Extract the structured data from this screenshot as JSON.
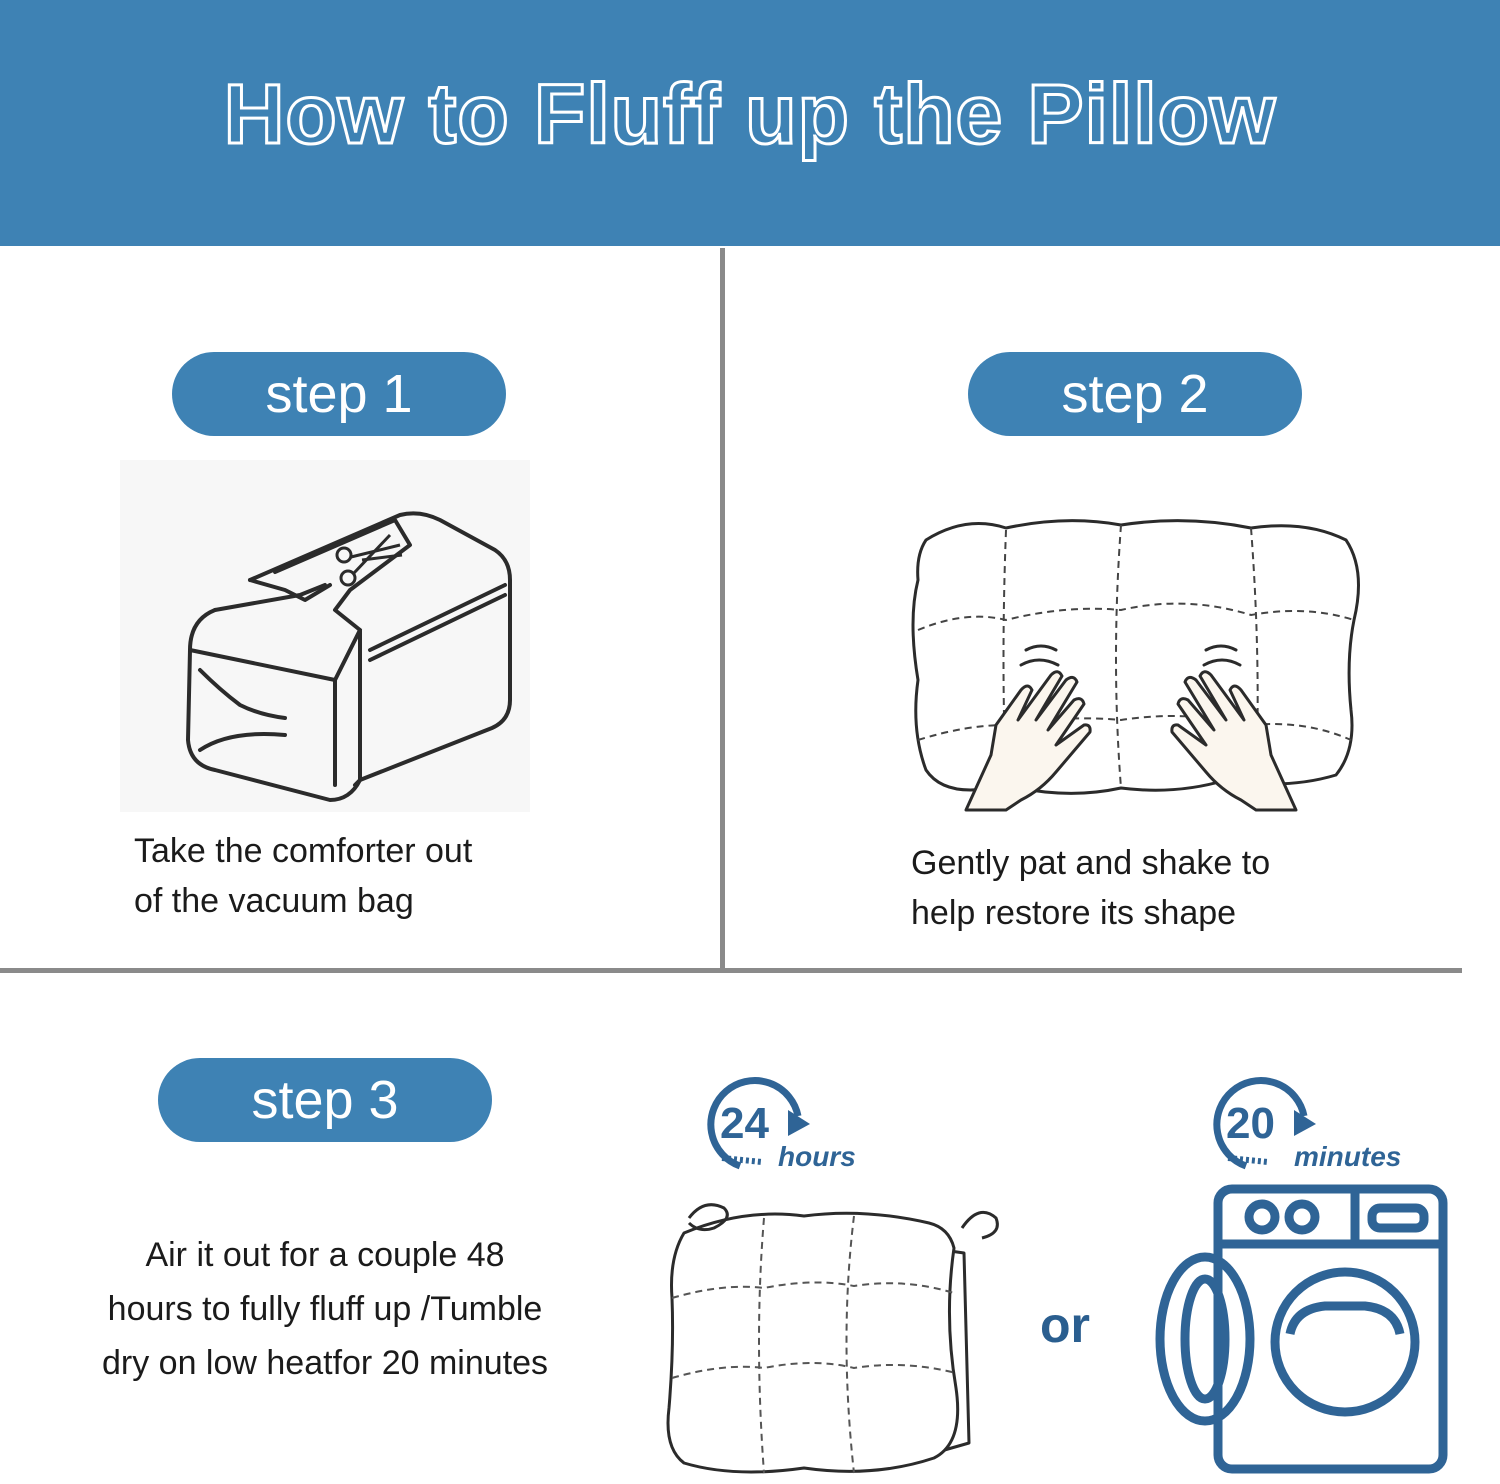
{
  "header": {
    "title": "How to Fluff up the Pillow",
    "bg_color": "#3e82b4"
  },
  "steps": [
    {
      "label": "step 1",
      "desc_lines": [
        "Take the comforter out",
        "of the vacuum bag"
      ],
      "icon": "vacuum-bag-scissors-icon"
    },
    {
      "label": "step 2",
      "desc_lines": [
        "Gently pat and shake to",
        "help restore its shape"
      ],
      "icon": "hands-patting-comforter-icon"
    },
    {
      "label": "step 3",
      "desc_lines": [
        "Air it out for a couple 48",
        "hours to fully fluff up /Tumble",
        "dry on low heatfor 20 minutes"
      ],
      "icon": "comforter-airing-icon"
    }
  ],
  "options": {
    "air_dry": {
      "number": "24",
      "unit": "hours",
      "icon": "timer-arrow-icon"
    },
    "or_label": "or",
    "tumble_dry": {
      "number": "20",
      "unit": "minutes",
      "icon": "washing-machine-icon"
    }
  },
  "colors": {
    "accent": "#3e82b4",
    "icon_blue": "#2f6496",
    "divider": "#8a8a8a"
  }
}
